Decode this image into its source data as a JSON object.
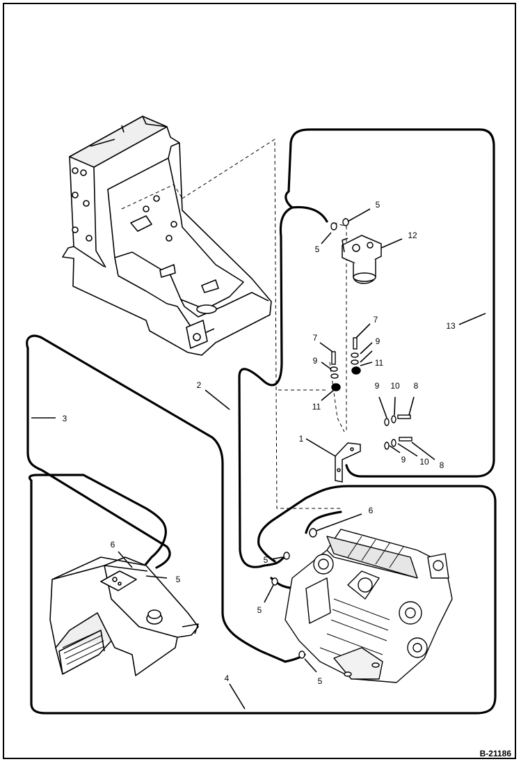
{
  "drawing_number": "B-21186",
  "colors": {
    "line": "#000000",
    "background": "#ffffff",
    "part_fill": "#ffffff",
    "shade": "#d9d9d9"
  },
  "parts": {
    "frame": {
      "name_icon": "machine-frame-icon"
    },
    "fuel_filter": {
      "name_icon": "fuel-filter-icon"
    },
    "mounting_bracket": {
      "name_icon": "mounting-bracket-icon"
    },
    "fuel_tank": {
      "name_icon": "fuel-tank-icon"
    },
    "engine": {
      "name_icon": "engine-icon"
    }
  },
  "callouts": [
    {
      "id": "c5a",
      "label": "5"
    },
    {
      "id": "c5b",
      "label": "5"
    },
    {
      "id": "c12",
      "label": "12"
    },
    {
      "id": "c13",
      "label": "13"
    },
    {
      "id": "c7a",
      "label": "7"
    },
    {
      "id": "c7b",
      "label": "7"
    },
    {
      "id": "c9a",
      "label": "9"
    },
    {
      "id": "c9b",
      "label": "9"
    },
    {
      "id": "c11a",
      "label": "11"
    },
    {
      "id": "c11b",
      "label": "11"
    },
    {
      "id": "c2",
      "label": "2"
    },
    {
      "id": "c3",
      "label": "3"
    },
    {
      "id": "c9c",
      "label": "9"
    },
    {
      "id": "c10a",
      "label": "10"
    },
    {
      "id": "c8a",
      "label": "8"
    },
    {
      "id": "c1",
      "label": "1"
    },
    {
      "id": "c9d",
      "label": "9"
    },
    {
      "id": "c10b",
      "label": "10"
    },
    {
      "id": "c8b",
      "label": "8"
    },
    {
      "id": "c6a",
      "label": "6"
    },
    {
      "id": "c5c",
      "label": "5"
    },
    {
      "id": "c6b",
      "label": "6"
    },
    {
      "id": "c5d",
      "label": "5"
    },
    {
      "id": "c5e",
      "label": "5"
    },
    {
      "id": "c5f",
      "label": "5"
    },
    {
      "id": "c4",
      "label": "4"
    }
  ]
}
